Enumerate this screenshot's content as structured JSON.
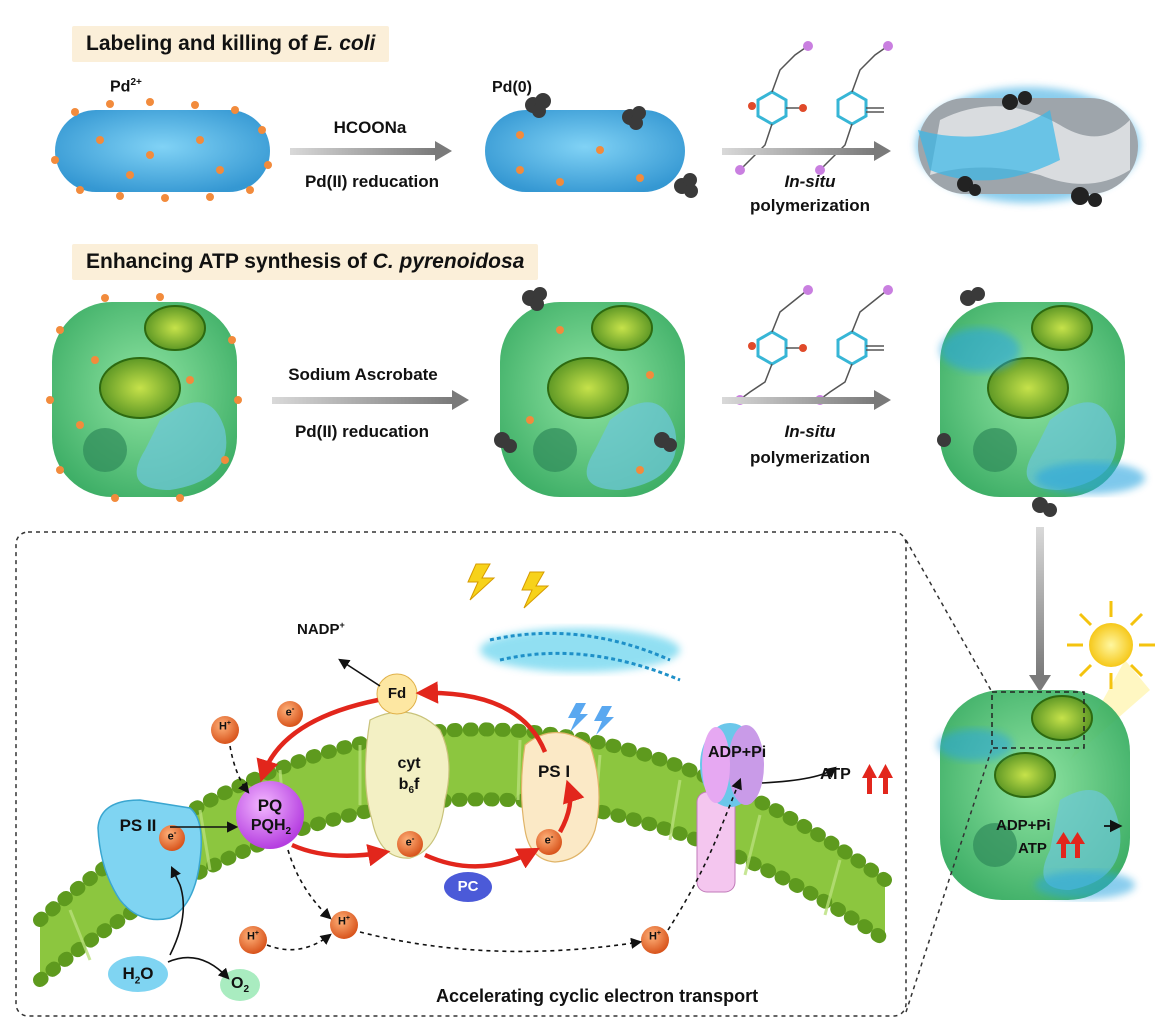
{
  "row1": {
    "banner_prefix": "Labeling and killing of ",
    "banner_species": "E. coli",
    "pd2": "Pd",
    "pd2_sup": "2+",
    "pd0": "Pd(0)",
    "reagent": "HCOONa",
    "reduction": "Pd(II) reducation",
    "poly_italic": "In-situ",
    "poly": "polymerization"
  },
  "row2": {
    "banner_prefix": "Enhancing ATP synthesis of ",
    "banner_species": "C. pyrenoidosa",
    "reagent": "Sodium Ascrobate",
    "reduction": "Pd(II) reducation",
    "poly_italic": "In-situ",
    "poly": "polymerization"
  },
  "inset": {
    "title": "Accelerating cyclic electron transport",
    "nadp": "NADP",
    "nadp_sup": "+",
    "fd": "Fd",
    "psi": "PS I",
    "psii": "PS II",
    "pq": "PQ",
    "pqh2": "PQH",
    "pqh2_sub": "2",
    "cyt": "cyt",
    "b6f": "b",
    "b6f_sub": "6",
    "b6f_tail": "f",
    "pc": "PC",
    "h2o": "H",
    "h2o_sub": "2",
    "h2o_tail": "O",
    "o2": "O",
    "o2_sub": "2",
    "hplus": "H",
    "hplus_sup": "+",
    "eminus": "e",
    "eminus_sup": "-",
    "adp": "ADP+Pi",
    "atp": "ATP"
  },
  "cell": {
    "adp": "ADP+Pi",
    "atp": "ATP"
  },
  "colors": {
    "banner_bg": "#fbefd9",
    "bacteria_blue": "#3fa9dc",
    "cell_green": "#3fbf6a",
    "chloroplast": "#4a9a2a",
    "membrane_green": "#7cc234",
    "red_arrow": "#e2261c",
    "pd_orange": "#f28b3c",
    "polymer_cyan": "#38c6e8"
  }
}
